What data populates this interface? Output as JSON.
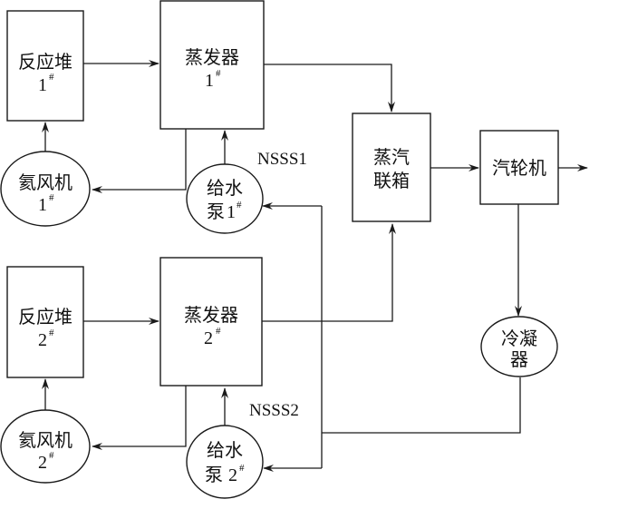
{
  "diagram": {
    "nodes": {
      "reactor1": {
        "line1": "反应堆",
        "num": "1",
        "sup": "#"
      },
      "sg1": {
        "line1": "蒸发器",
        "num": "1",
        "sup": "#"
      },
      "fan1": {
        "line1": "氦风机",
        "num": "1",
        "sup": "#"
      },
      "pump1": {
        "line1": "给水",
        "line2": "泵",
        "num": "1",
        "sup": "#"
      },
      "reactor2": {
        "line1": "反应堆",
        "num": "2",
        "sup": "#"
      },
      "sg2": {
        "line1": "蒸发器",
        "num": "2",
        "sup": "#"
      },
      "fan2": {
        "line1": "氦风机",
        "num": "2",
        "sup": "#"
      },
      "pump2": {
        "line1": "给水",
        "line2": "泵",
        "num": "2",
        "sup": "#"
      },
      "header": {
        "line1": "蒸汽",
        "line2": "联箱"
      },
      "turbine": {
        "line1": "汽轮机"
      },
      "condenser": {
        "line1": "冷凝",
        "line2": "器"
      }
    },
    "labels": {
      "nsss1": "NSSS1",
      "nsss2": "NSSS2"
    },
    "connections": [
      {
        "from": "reactor1",
        "to": "sg1"
      },
      {
        "from": "sg1",
        "to": "header"
      },
      {
        "from": "sg1",
        "to": "fan1"
      },
      {
        "from": "fan1",
        "to": "reactor1"
      },
      {
        "from": "pump1",
        "to": "sg1"
      },
      {
        "from": "reactor2",
        "to": "sg2"
      },
      {
        "from": "sg2",
        "to": "header"
      },
      {
        "from": "sg2",
        "to": "fan2"
      },
      {
        "from": "fan2",
        "to": "reactor2"
      },
      {
        "from": "pump2",
        "to": "sg2"
      },
      {
        "from": "header",
        "to": "turbine"
      },
      {
        "from": "turbine",
        "to": "output"
      },
      {
        "from": "turbine",
        "to": "condenser"
      },
      {
        "from": "condenser",
        "to": "pump1"
      },
      {
        "from": "condenser",
        "to": "pump2"
      }
    ]
  }
}
